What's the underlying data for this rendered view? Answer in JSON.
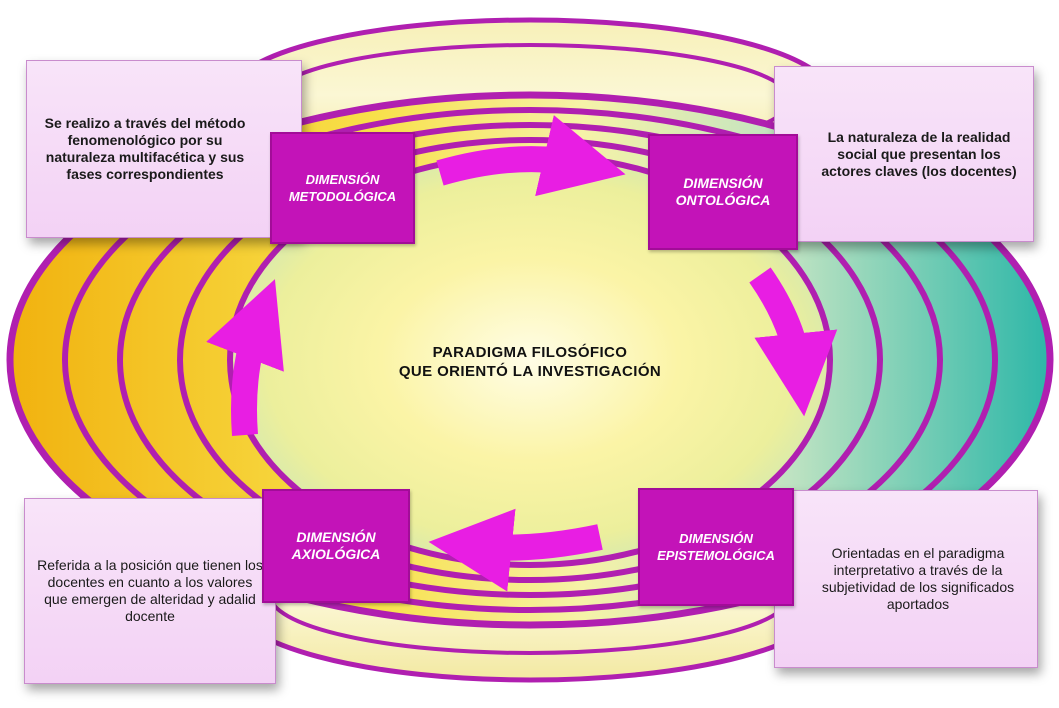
{
  "title": {
    "line1": "PARADIGMA FILOSÓFICO",
    "line2": "QUE ORIENTÓ  LA INVESTIGACIÓN"
  },
  "dimensions": {
    "metodologica": {
      "line1": "DIMENSIÓN",
      "line2": "METODOLÓGICA"
    },
    "ontologica": {
      "line1": "DIMENSIÓN",
      "line2": "ONTOLÓGICA"
    },
    "epistemologica": {
      "line1": "DIMENSIÓN",
      "line2": "EPISTEMOLÓGICA"
    },
    "axiologica": {
      "line1": "DIMENSIÓN",
      "line2": "AXIOLÓGICA"
    }
  },
  "descriptions": {
    "metodologica": "Se realizo a través del método fenomenológico por su naturaleza multifacética y sus fases correspondientes",
    "ontologica": "La naturaleza de la realidad social  que presentan  los actores claves  (los docentes)",
    "epistemologica": "Orientadas en el paradigma  interpretativo  a  través de la subjetividad  de los significados aportados",
    "axiologica": "Referida a la posición que tienen los docentes en cuanto a los valores que emergen de alteridad   y adalid docente"
  },
  "colors": {
    "dimension_fill": "#c313b8",
    "description_fill": "#f5d8f6",
    "arrow": "#e81ee3",
    "ring": "#b01fb0"
  }
}
